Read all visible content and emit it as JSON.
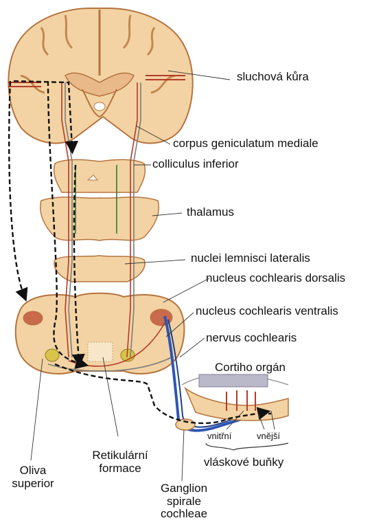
{
  "labels": {
    "auditory_cortex": "sluchová kůra",
    "medial_geniculate": "corpus geniculatum mediale",
    "inferior_colliculus": "colliculus inferior",
    "thalamus": "thalamus",
    "lateral_lemniscus_nuclei": "nuclei lemnisci lateralis",
    "dorsal_cochlear_nucleus": "nucleus cochlearis dorsalis",
    "ventral_cochlear_nucleus": "nucleus cochlearis ventralis",
    "cochlear_nerve": "nervus cochlearis",
    "organ_of_corti": "Cortiho orgán",
    "inner": "vnitřní",
    "outer": "vnější",
    "hair_cells": "vláskové buňky",
    "reticular_formation_1": "Retikulární",
    "reticular_formation_2": "formace",
    "superior_olive_1": "Oliva",
    "superior_olive_2": "superior",
    "spiral_ganglion_1": "Ganglion",
    "spiral_ganglion_2": "spirale",
    "spiral_ganglion_3": "cochleae"
  },
  "colors": {
    "tissue": "#f3d3a3",
    "tissue_dark": "#e4b47c",
    "tissue_line": "#b5733e",
    "fiber_red": "#b33a2a",
    "fiber_green": "#2f7d32",
    "fiber_blue": "#2e55b3",
    "nucleus_yellow": "#d8c44a",
    "dashed_path": "#111111"
  }
}
